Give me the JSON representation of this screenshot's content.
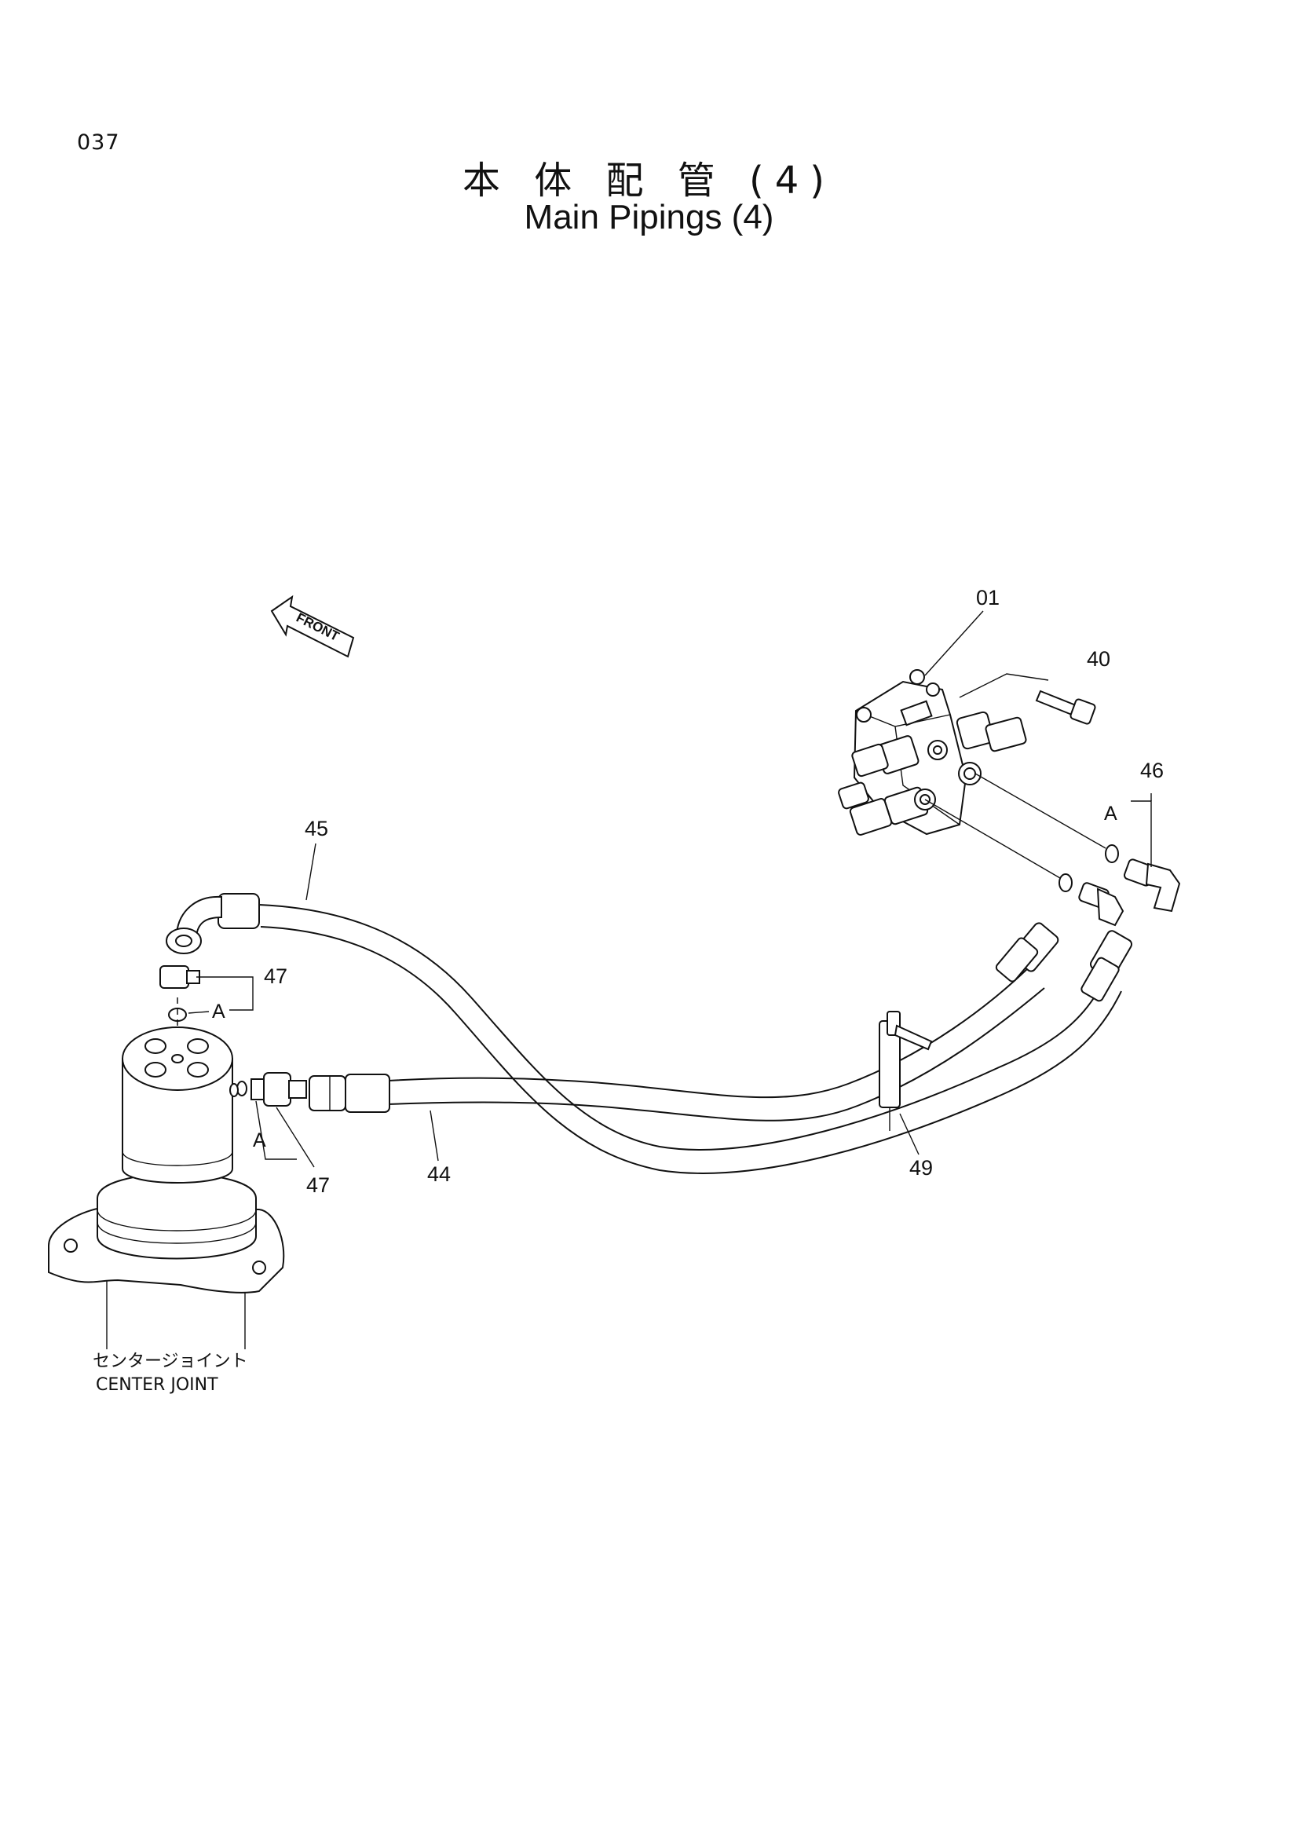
{
  "page_number": "037",
  "title": {
    "japanese": "本 体 配 管 (4)",
    "english": "Main Pipings (4)"
  },
  "front_label": "FRONT",
  "callouts": {
    "p01": "01",
    "p40": "40",
    "p46": "46",
    "p45": "45",
    "p47_top": "47",
    "p47_bottom": "47",
    "p44": "44",
    "p49": "49",
    "ref_a_top_right": "A",
    "ref_a_top_left": "A",
    "ref_a_bottom": "A"
  },
  "component_caption": {
    "japanese": "センタージョイント",
    "english": "CENTER JOINT"
  }
}
